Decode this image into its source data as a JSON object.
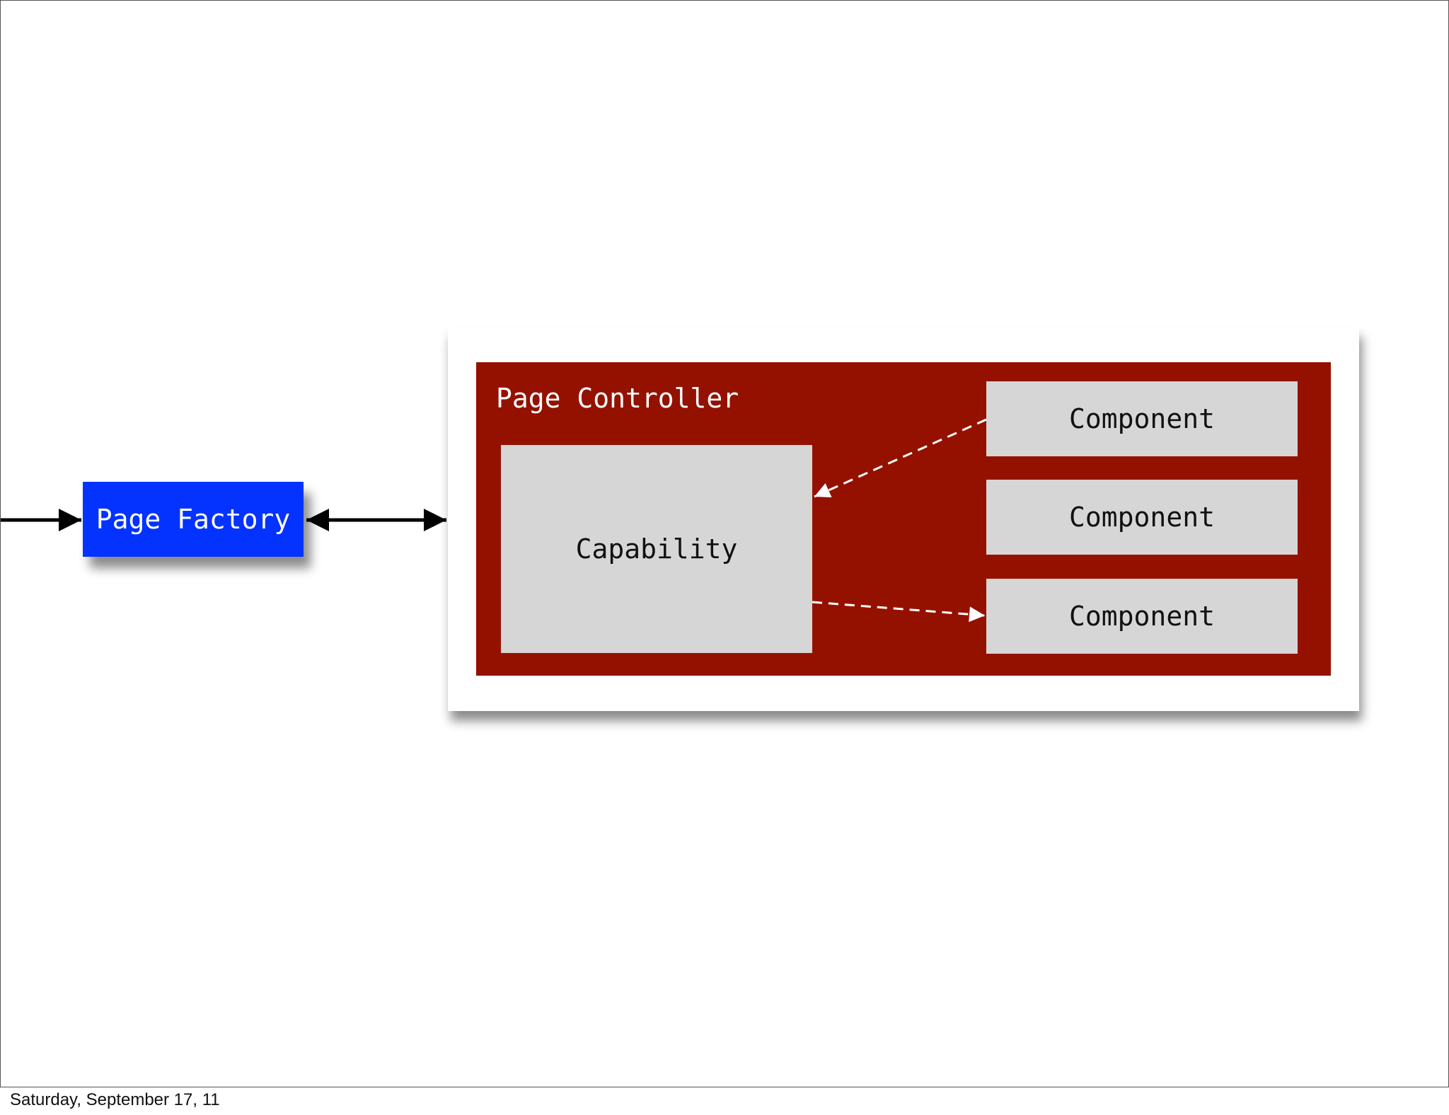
{
  "diagram": {
    "page_factory_label": "Page Factory",
    "page_controller_label": "Page Controller",
    "capability_label": "Capability",
    "components": [
      "Component",
      "Component",
      "Component"
    ],
    "colors": {
      "page_factory": "#0433ff",
      "page_controller": "#941100",
      "inner_box": "#d6d6d6",
      "connector": "#000000",
      "dashed_connector": "#ffffff"
    }
  },
  "footer": {
    "date": "Saturday, September 17, 11"
  }
}
